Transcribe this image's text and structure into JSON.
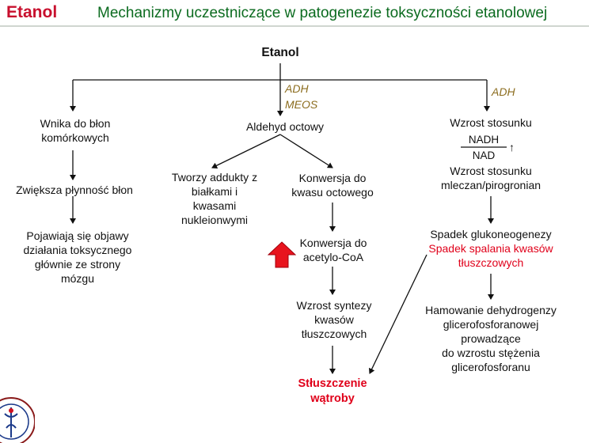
{
  "header": {
    "left_title": "Etanol",
    "right_title": "Mechanizmy uczestniczące w patogenezie toksyczności etanolowej"
  },
  "diagram": {
    "root": "Etanol",
    "enzymes": {
      "center_line1": "ADH",
      "center_line2": "MEOS",
      "right": "ADH"
    },
    "left_branch": {
      "node1": [
        "Wnika do błon",
        "komórkowych"
      ],
      "node2": [
        "Zwiększa płynność błon"
      ],
      "node3": [
        "Pojawiają się objawy",
        "działania toksycznego",
        "głównie ze strony",
        "mózgu"
      ]
    },
    "center_branch": {
      "node1": "Aldehyd octowy",
      "left_child": [
        "Tworzy addukty z",
        "białkami i",
        "kwasami",
        "nukleionwymi"
      ],
      "right_child": [
        "Konwersja do",
        "kwasu octowego"
      ],
      "acetyl": [
        "Konwersja do",
        "acetylo-CoA"
      ],
      "synthesis": [
        "Wzrost syntezy",
        "kwasów",
        "tłuszczowych"
      ],
      "result": [
        "Stłuszczenie",
        "wątroby"
      ]
    },
    "right_branch": {
      "ratio_title": "Wzrost stosunku",
      "ratio_numerator": "NADH",
      "ratio_denominator": "NAD",
      "ratio_arrow": "↑",
      "lactate": [
        "Wzrost stosunku",
        "mleczan/pirogronian"
      ],
      "gluco": "Spadek glukoneogenezy",
      "fat_burn": [
        "Spadek spalania kwasów",
        "tłuszczowych"
      ],
      "inhibit": [
        "Hamowanie dehydrogenzy",
        "glicerofosforanowej",
        "prowadzące",
        "do wzrostu stężenia",
        "glicerofosforanu"
      ]
    }
  },
  "colors": {
    "red": "#e0001a",
    "enzyme": "#8c6d1f",
    "title_red": "#c8102e",
    "title_green": "#0b6b1f",
    "up_arrow": "#e8141e"
  },
  "icons": {
    "up_arrow": "up-arrow-icon",
    "seal": "university-seal-icon"
  }
}
